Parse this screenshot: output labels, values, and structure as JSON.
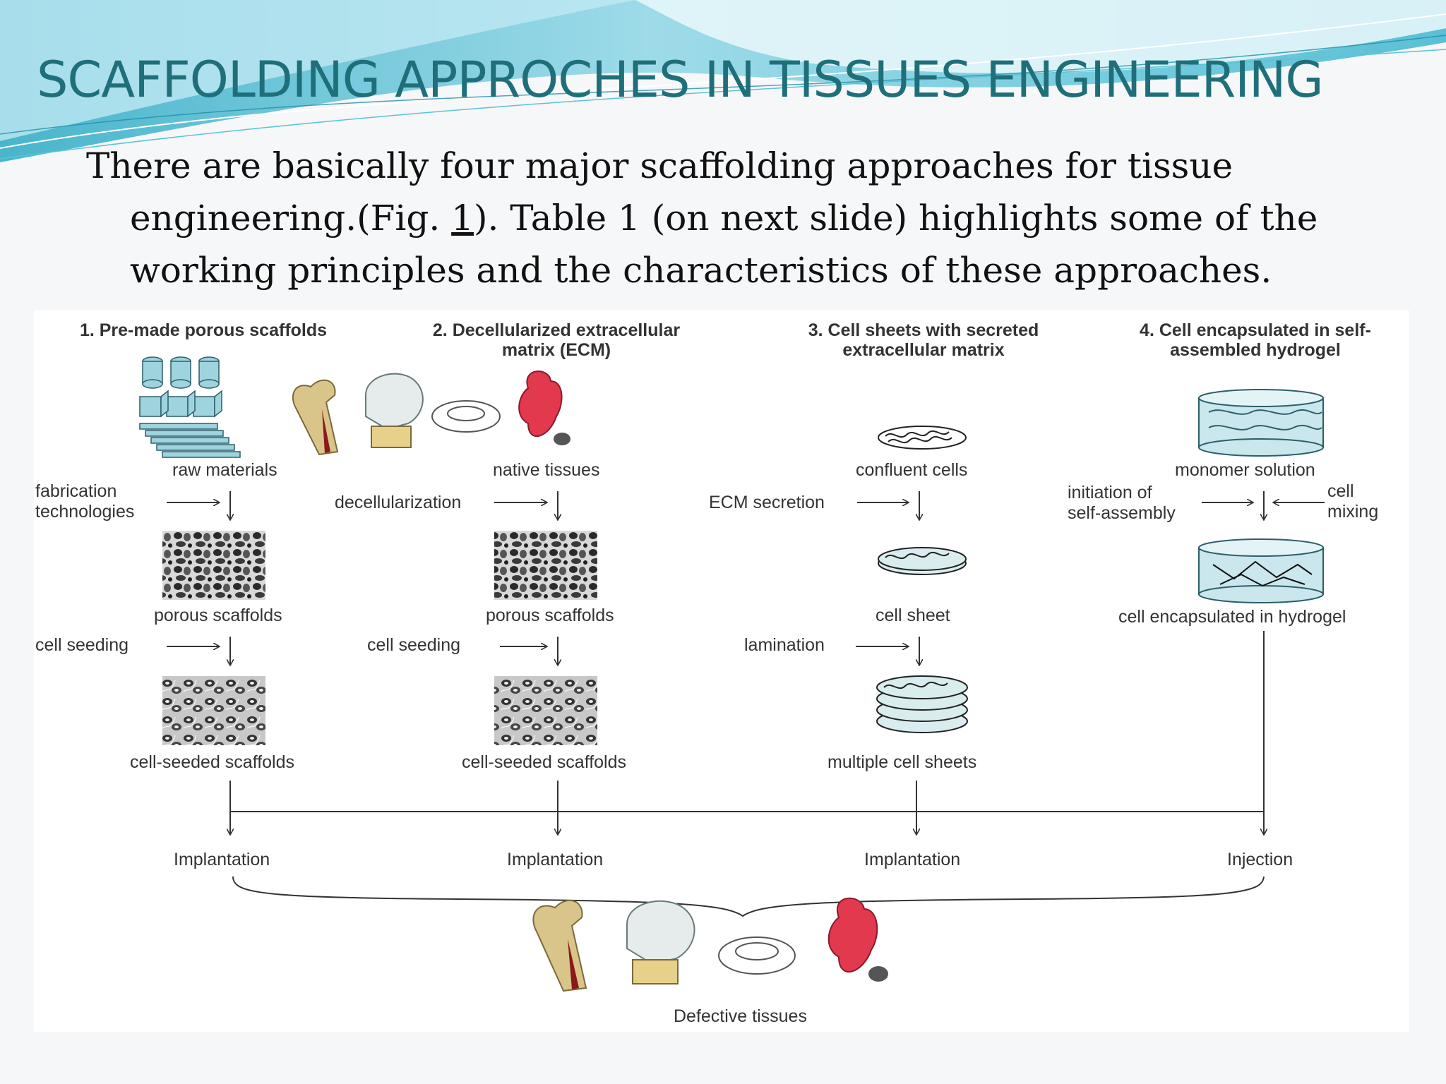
{
  "slide": {
    "title": "SCAFFOLDING APPROCHES IN TISSUES ENGINEERING",
    "intro": {
      "line1": "There are basically four major scaffolding approaches for tissue",
      "line2_a": "engineering.(Fig. ",
      "line2_link": "1",
      "line2_b": "). Table 1 (on next slide) highlights some of the",
      "line3": "working principles and the characteristics of these approaches."
    }
  },
  "figure": {
    "columns": [
      {
        "heading": "1. Pre-made porous scaffolds",
        "start_label": "raw materials",
        "step1": "fabrication\ntechnologies",
        "mid_label": "porous scaffolds",
        "step2": "cell seeding",
        "end_label": "cell-seeded scaffolds",
        "outcome": "Implantation"
      },
      {
        "heading": "2. Decellularized extracellular\nmatrix (ECM)",
        "start_label": "native tissues",
        "step1": "decellularization",
        "mid_label": "porous scaffolds",
        "step2": "cell seeding",
        "end_label": "cell-seeded scaffolds",
        "outcome": "Implantation"
      },
      {
        "heading": "3. Cell sheets with secreted\nextracellular matrix",
        "start_label": "confluent cells",
        "step1": "ECM secretion",
        "mid_label": "cell sheet",
        "step2": "lamination",
        "end_label": "multiple cell sheets",
        "outcome": "Implantation"
      },
      {
        "heading": "4. Cell encapsulated in self-\nassembled hydrogel",
        "start_label": "monomer solution",
        "step1": "initiation of\nself-assembly",
        "step1_right": "cell\nmixing",
        "mid_label": "cell encapsulated in hydrogel",
        "outcome": "Injection"
      }
    ],
    "final_label": "Defective tissues"
  }
}
